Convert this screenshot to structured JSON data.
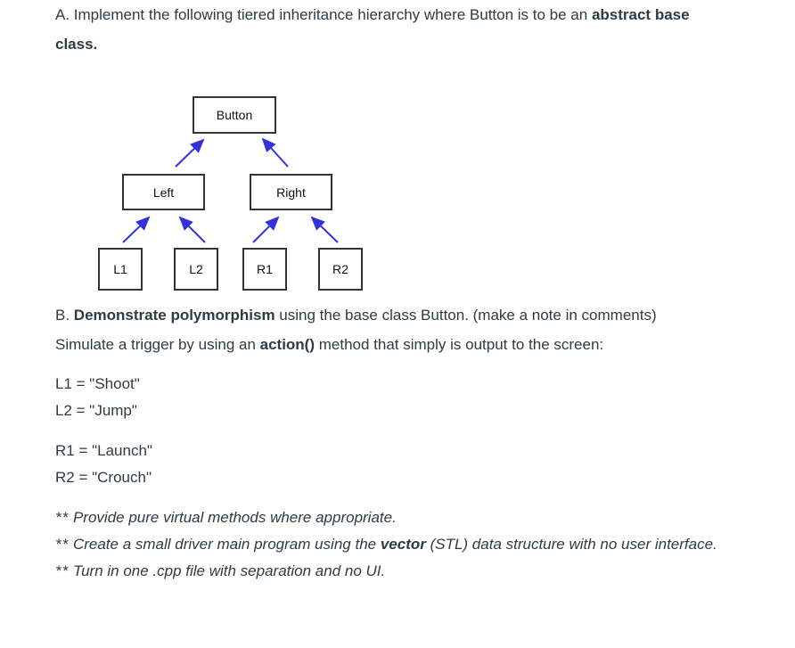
{
  "page": {
    "background": "#ffffff",
    "text_color": "#2d3b45",
    "arrow_color": "#3232dc",
    "box_border_color": "#333333"
  },
  "section_a": {
    "pre": "A. Implement the following tiered inheritance hierarchy where Button is to be an ",
    "bold_line1": "abstract base",
    "bold_line2": "class."
  },
  "diagram": {
    "boxes": [
      {
        "id": "button",
        "label": "Button"
      },
      {
        "id": "left",
        "label": "Left"
      },
      {
        "id": "right",
        "label": "Right"
      },
      {
        "id": "l1",
        "label": "L1"
      },
      {
        "id": "l2",
        "label": "L2"
      },
      {
        "id": "r1",
        "label": "R1"
      },
      {
        "id": "r2",
        "label": "R2"
      }
    ],
    "edges": [
      {
        "from": "Left",
        "to": "Button"
      },
      {
        "from": "Right",
        "to": "Button"
      },
      {
        "from": "L1",
        "to": "Left"
      },
      {
        "from": "L2",
        "to": "Left"
      },
      {
        "from": "R1",
        "to": "Right"
      },
      {
        "from": "R2",
        "to": "Right"
      }
    ]
  },
  "section_b": {
    "pre": "B. ",
    "bold": "Demonstrate polymorphism",
    "post": " using the base class Button. (make a note in comments)"
  },
  "simulate": {
    "pre": "Simulate a trigger by using an ",
    "bold": "action()",
    "post": " method that simply is output to the screen:"
  },
  "assignments": {
    "left_group": [
      "L1 = \"Shoot\"",
      "L2 = \"Jump\""
    ],
    "right_group": [
      "R1 = \"Launch\"",
      "R2 = \"Crouch\""
    ]
  },
  "notes": [
    {
      "marker": "**",
      "pre": " Provide pure virtual methods where appropriate.",
      "bold": "",
      "post": ""
    },
    {
      "marker": "**",
      "pre": " Create a small driver main program using the ",
      "bold": "vector",
      "post": " (STL) data structure with no user interface."
    },
    {
      "marker": "**",
      "pre": " Turn in one .cpp file with separation and no UI.",
      "bold": "",
      "post": ""
    }
  ]
}
